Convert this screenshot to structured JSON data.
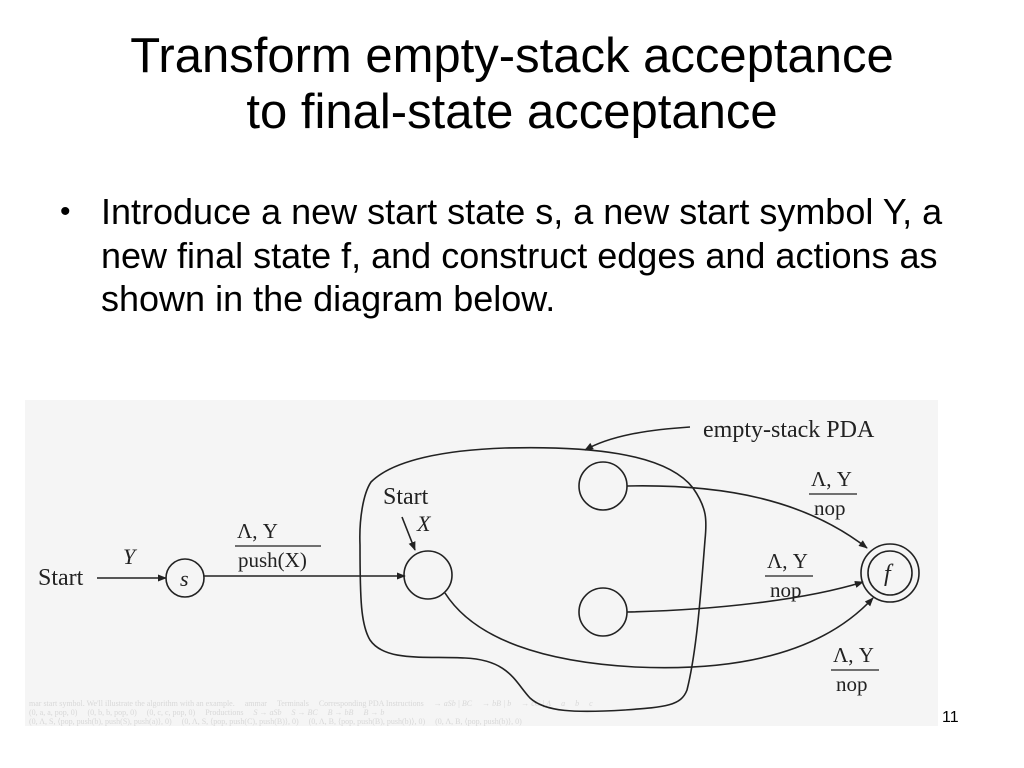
{
  "slide": {
    "title_lines": [
      "Transform empty-stack acceptance",
      "to final-state acceptance"
    ],
    "bullet_symbol": "•",
    "bullet_text": "Introduce a new start state s, a new start symbol Y, a new final state f, and construct edges and actions as shown in the diagram below.",
    "page_number": "11"
  },
  "diagram": {
    "start_label": "Start",
    "start_symbol": "Y",
    "new_start_state": "s",
    "push_edge": {
      "top": "Λ, Y",
      "bottom": "push(X)"
    },
    "inner_start_label": "Start",
    "inner_start_symbol": "X",
    "pda_label": "empty-stack PDA",
    "final_state": "f",
    "nop_edges": [
      {
        "top": "Λ, Y",
        "bottom": "nop"
      },
      {
        "top": "Λ, Y",
        "bottom": "nop"
      },
      {
        "top": "Λ, Y",
        "bottom": "nop"
      }
    ],
    "ghost_text": {
      "line1": "mar start symbol. We'll illustrate the algorithm with an example.",
      "headers": [
        "ammar",
        "Terminals",
        "Corresponding PDA Instructions"
      ],
      "grammar_rows": [
        "→ aSb | BC",
        "→ bB | b",
        "→ cC | Λ"
      ],
      "terminals": [
        "a",
        "b",
        "c"
      ],
      "terminal_instr": [
        "(0, a, a, pop, 0)",
        "(0, b, b, pop, 0)",
        "(0, c, c, pop, 0)"
      ],
      "productions_header": "Productions",
      "productions": [
        "S → aSb",
        "S → BC",
        "B → bB",
        "B → b"
      ],
      "production_instr": [
        "(0, Λ, S, ⟨pop, push(b), push(S), push(a)⟩, 0)",
        "(0, Λ, S, ⟨pop, push(C), push(B)⟩, 0)",
        "(0, Λ, B, ⟨pop, push(B), push(b)⟩, 0)",
        "(0, Λ, B, ⟨pop, push(b)⟩, 0)"
      ]
    }
  }
}
